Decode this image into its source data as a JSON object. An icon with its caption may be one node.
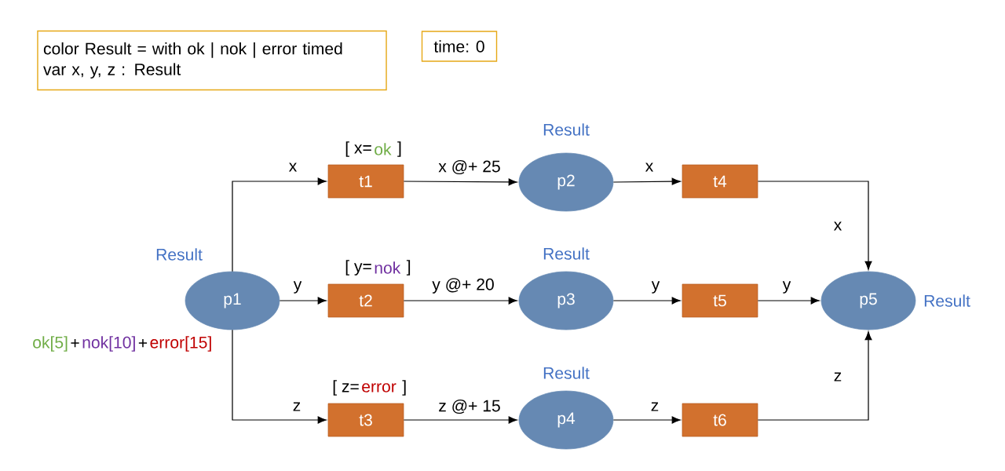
{
  "diagram": {
    "nodes": [
      {
        "text": [
          "color Result = with ok | nok | error timed",
          "var x, y, z : Result"
        ]
      },
      {
        "text": [
          "time: 0"
        ]
      },
      {
        "text": [
          "p1"
        ],
        "beside": [
          "Result",
          "ok[5]",
          "+",
          "nok[10]",
          "+",
          "error[15]"
        ]
      },
      {
        "text": [
          "t1"
        ],
        "beside": [
          "[ x=",
          "ok",
          "]"
        ]
      },
      {
        "text": [
          "p2"
        ],
        "beside": [
          "Result"
        ]
      },
      {
        "text": [
          "t4"
        ]
      },
      {
        "text": [
          "t2"
        ],
        "beside": [
          "[ y=",
          "nok",
          "]"
        ]
      },
      {
        "text": [
          "p3"
        ],
        "beside": [
          "Result"
        ]
      },
      {
        "text": [
          "t5"
        ]
      },
      {
        "text": [
          "p5"
        ],
        "beside": [
          "Result"
        ]
      },
      {
        "text": [
          "t3"
        ],
        "beside": [
          "[ z=",
          "error",
          "]"
        ]
      },
      {
        "text": [
          "p4"
        ],
        "beside": [
          "Result"
        ]
      },
      {
        "text": [
          "t6"
        ]
      }
    ],
    "edges": [
      {
        "from": 2,
        "to": 3,
        "arrow": "to",
        "label": "x"
      },
      {
        "from": 2,
        "to": 6,
        "arrow": "to",
        "label": "y"
      },
      {
        "from": 2,
        "to": 10,
        "arrow": "to",
        "label": "z"
      },
      {
        "from": 3,
        "to": 4,
        "arrow": "to",
        "label": "x @+ 25"
      },
      {
        "from": 4,
        "to": 5,
        "arrow": "to",
        "label": "x"
      },
      {
        "from": 5,
        "to": 9,
        "arrow": "to",
        "label": "x"
      },
      {
        "from": 6,
        "to": 7,
        "arrow": "to",
        "label": "y @+ 20"
      },
      {
        "from": 7,
        "to": 8,
        "arrow": "to",
        "label": "y"
      },
      {
        "from": 8,
        "to": 9,
        "arrow": "to",
        "label": "y"
      },
      {
        "from": 10,
        "to": 11,
        "arrow": "to",
        "label": "z @+ 15"
      },
      {
        "from": 11,
        "to": 12,
        "arrow": "to",
        "label": "z"
      },
      {
        "from": 12,
        "to": 9,
        "arrow": "to",
        "label": "z"
      }
    ]
  }
}
